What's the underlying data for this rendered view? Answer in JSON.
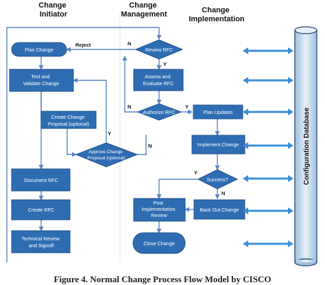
{
  "headers": {
    "initiator": [
      "Change",
      "Initiator"
    ],
    "management": [
      "Change",
      "Management"
    ],
    "implementation": [
      "Change",
      "Implementation"
    ]
  },
  "nodes": {
    "plan_change": [
      "Plan Change"
    ],
    "test_validate": [
      "Test and",
      "Validate Change"
    ],
    "create_proposal": [
      "Create Change",
      "Proposal (optional)"
    ],
    "approve_proposal": [
      "Approve Change",
      "Proposal (optional)"
    ],
    "document_rfc": [
      "Document RFC"
    ],
    "create_rfc": [
      "Create RFC"
    ],
    "technical_review": [
      "Technical Review",
      "and Signoff"
    ],
    "review_rfc": [
      "Review RFC"
    ],
    "assess_evaluate": [
      "Assess and",
      "Evaluate RFC"
    ],
    "authorize_rfc": [
      "Authorize RFC"
    ],
    "post_impl_review": [
      "Post",
      "Implementation",
      "Review"
    ],
    "close_change": [
      "Close Change"
    ],
    "plan_updates": [
      "Plan Updates"
    ],
    "implement_change": [
      "Implement Change"
    ],
    "success": [
      "Success?"
    ],
    "back_out": [
      "Back Out Change"
    ]
  },
  "labels": {
    "reject": "Reject",
    "n": "N",
    "y": "Y"
  },
  "database": "Configuration Database",
  "caption": "Figure 4. Normal Change Process Flow Model by CISCO",
  "colors": {
    "node_fill": "#2f6db3",
    "flow_line": "#5a86c0",
    "db_fill": "#d4e4f3",
    "sync_arrow": "#3b8fd6"
  }
}
